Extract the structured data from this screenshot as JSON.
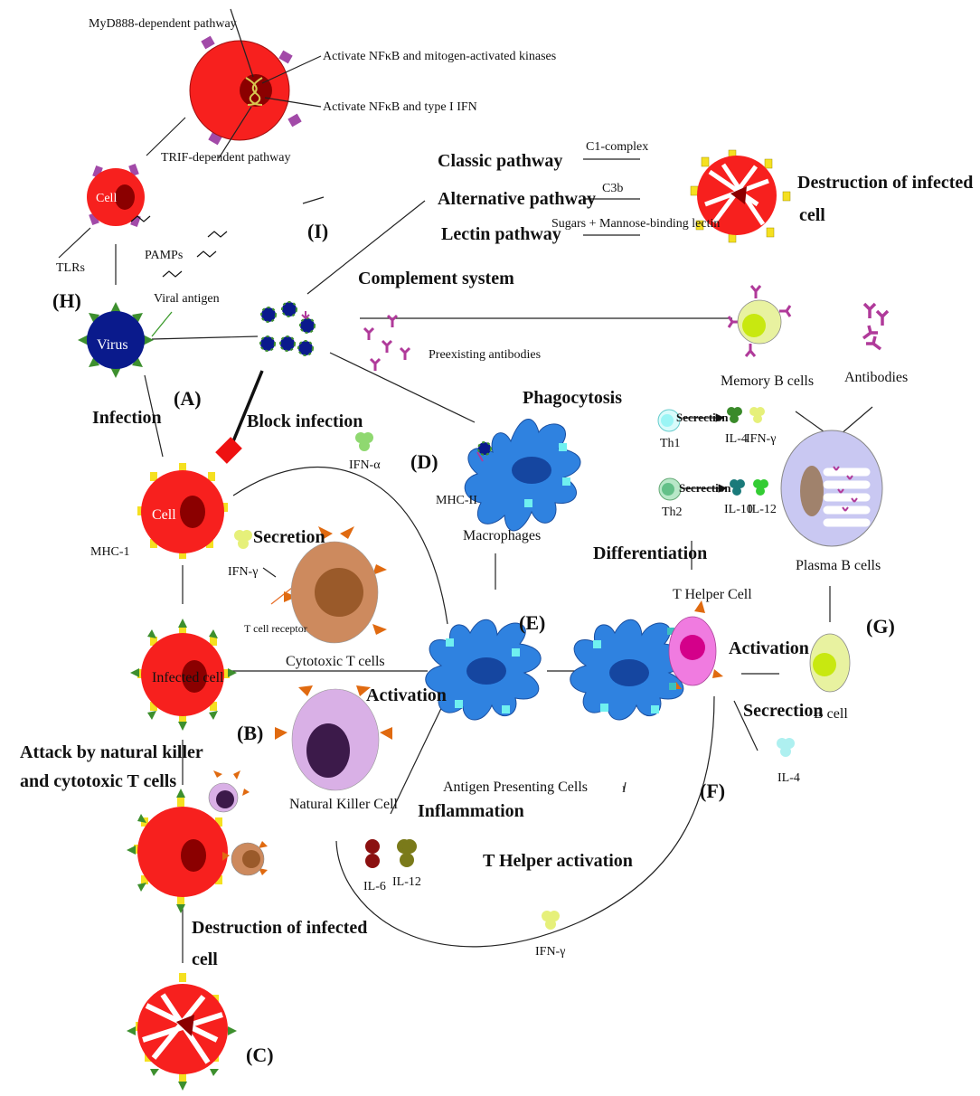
{
  "labels": {
    "myd88": "MyD888-dependent pathway",
    "activate_nfkb_mapk": "Activate NFκB and mitogen-activated kinases",
    "activate_nfkb_ifn": "Activate NFκB and type I IFN",
    "trif": "TRIF-dependent pathway",
    "cell": "Cell",
    "tlrs": "TLRs",
    "pamps": "PAMPs",
    "viral_antigen": "Viral antigen",
    "virus": "Virus",
    "infection": "Infection",
    "classic": "Classic pathway",
    "alternative": "Alternative pathway",
    "lectin": "Lectin pathway",
    "c1": "C1-complex",
    "c3b": "C3b",
    "sugars": "Sugars + Mannose-binding lectin",
    "destruction_top_1": "Destruction of infected",
    "destruction_top_2": "cell",
    "complement": "Complement system",
    "preexisting": "Preexisting antibodies",
    "memory_b": "Memory B cells",
    "antibodies": "Antibodies",
    "block": "Block infection",
    "ifn_alpha": "IFN-α",
    "phagocytosis": "Phagocytosis",
    "mhc2": "MHC-II",
    "macrophages": "Macrophages",
    "mhc1": "MHC-1",
    "secretion": "Secretion",
    "ifn_gamma": "IFN-γ",
    "tcr": "T cell receptor",
    "cytotoxic": "Cytotoxic T cells",
    "infected_cell": "Infected cell",
    "activation": "Activation",
    "nk": "Natural Killer Cell",
    "attack_1": "Attack by natural killer",
    "attack_2": "and cytotoxic T cells",
    "destruction_bottom_1": "Destruction of infected",
    "destruction_bottom_2": "cell",
    "apc": "Antigen Presenting Cells",
    "tick": "ı",
    "inflammation": "Inflammation",
    "il6": "IL-6",
    "il12": "IL-12",
    "t_helper_activation": "T Helper activation",
    "th1": "Th1",
    "th2": "Th2",
    "secrection1": "Secrection",
    "secrection2": "Secrection",
    "il4": "IL-4",
    "il10": "IL-10",
    "differentiation": "Differentiation",
    "t_helper": "T Helper Cell",
    "plasma_b": "Plasma B cells",
    "b_cell": "B cell",
    "secrection3": "Secrection"
  },
  "panels": {
    "A": "(A)",
    "B": "(B)",
    "C": "(C)",
    "D": "(D)",
    "E": "(E)",
    "F": "(F)",
    "G": "(G)",
    "H": "(H)",
    "I": "(I)"
  },
  "colors": {
    "cell_red": "#f7201e",
    "nucleus": "#8b0000",
    "virus": "#0a1a8c",
    "apc_blue": "#2f82e0",
    "tcell": "#cd8a5e",
    "nk": "#d9b0e6",
    "helper": "#f07be0",
    "bcell": "#e8f2a0",
    "plasma": "#c9c8f2",
    "antibody": "#b03a9a"
  }
}
